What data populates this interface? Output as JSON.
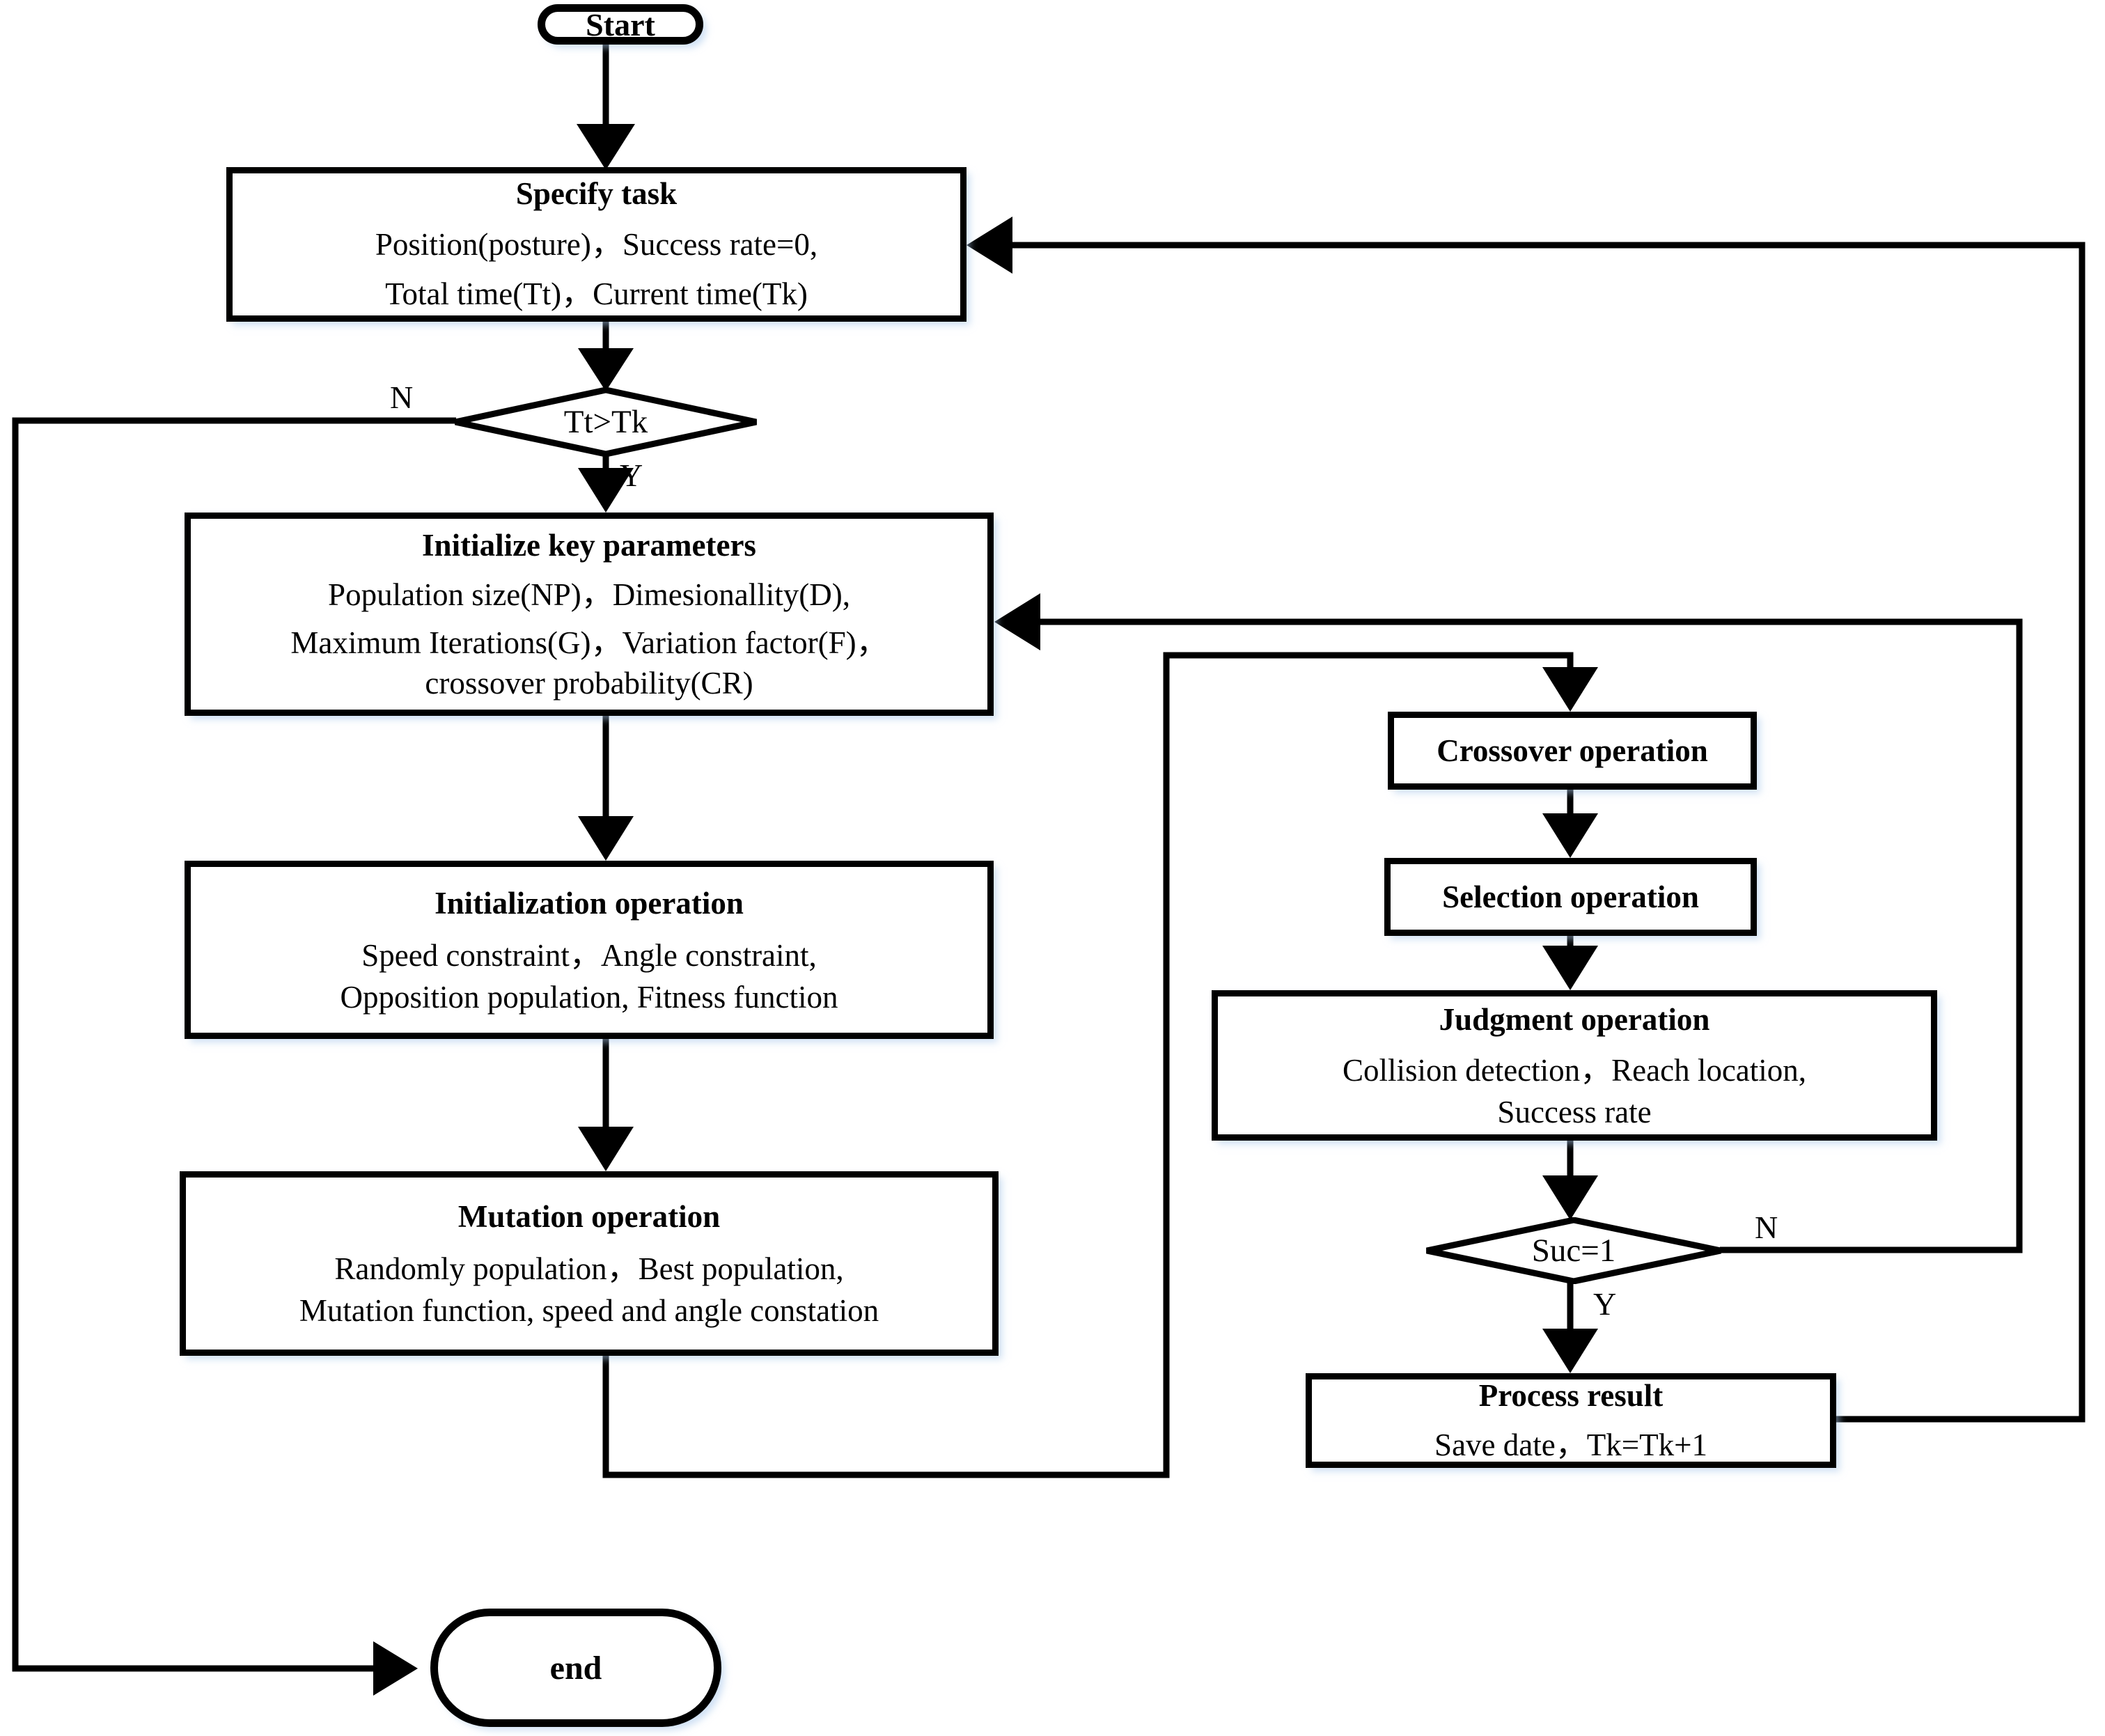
{
  "diagram": {
    "type": "flowchart",
    "title": "Differential evolution path planning flowchart",
    "orientation": "top-to-bottom with feedback loops",
    "stroke_color": "#000000",
    "fill_color": "#ffffff",
    "shadow_color": "#aac8eb"
  },
  "nodes": {
    "start": {
      "shape": "terminator",
      "label": "Start"
    },
    "specify_task": {
      "shape": "process",
      "title": "Specify task",
      "line1": "Position(posture)，Success rate=0,",
      "line2": "Total time(Tt)，Current time(Tk)"
    },
    "decision_time": {
      "shape": "decision",
      "label": "Tt>Tk",
      "yes": "Y",
      "no": "N"
    },
    "init_params": {
      "shape": "process",
      "title": "Initialize key parameters",
      "line1": "Population size(NP)，Dimesionallity(D),",
      "line2": "Maximum Iterations(G)，Variation factor(F)，",
      "line3": "crossover probability(CR)"
    },
    "init_operation": {
      "shape": "process",
      "title": "Initialization operation",
      "line1": "Speed constraint，Angle constraint,",
      "line2": "Opposition population, Fitness function"
    },
    "mutation_operation": {
      "shape": "process",
      "title": "Mutation operation",
      "line1": "Randomly population，Best population,",
      "line2": "Mutation function, speed and angle constation"
    },
    "crossover_operation": {
      "shape": "process",
      "title": "Crossover operation"
    },
    "selection_operation": {
      "shape": "process",
      "title": "Selection operation"
    },
    "judgment_operation": {
      "shape": "process",
      "title": "Judgment operation",
      "line1": "Collision detection，Reach location,",
      "line2": "Success rate"
    },
    "decision_success": {
      "shape": "decision",
      "label": "Suc=1",
      "yes": "Y",
      "no": "N"
    },
    "process_result": {
      "shape": "process",
      "title": "Process result",
      "line1": "Save date，Tk=Tk+1"
    },
    "end": {
      "shape": "terminator",
      "label": "end"
    }
  },
  "edges": [
    {
      "from": "start",
      "to": "specify_task",
      "label": ""
    },
    {
      "from": "specify_task",
      "to": "decision_time",
      "label": ""
    },
    {
      "from": "decision_time",
      "to": "init_params",
      "label": "Y"
    },
    {
      "from": "decision_time",
      "to": "end",
      "label": "N"
    },
    {
      "from": "init_params",
      "to": "init_operation",
      "label": ""
    },
    {
      "from": "init_operation",
      "to": "mutation_operation",
      "label": ""
    },
    {
      "from": "mutation_operation",
      "to": "crossover_operation",
      "label": ""
    },
    {
      "from": "crossover_operation",
      "to": "selection_operation",
      "label": ""
    },
    {
      "from": "selection_operation",
      "to": "judgment_operation",
      "label": ""
    },
    {
      "from": "judgment_operation",
      "to": "decision_success",
      "label": ""
    },
    {
      "from": "decision_success",
      "to": "init_params",
      "label": "N"
    },
    {
      "from": "decision_success",
      "to": "process_result",
      "label": "Y"
    },
    {
      "from": "process_result",
      "to": "specify_task",
      "label": ""
    }
  ]
}
